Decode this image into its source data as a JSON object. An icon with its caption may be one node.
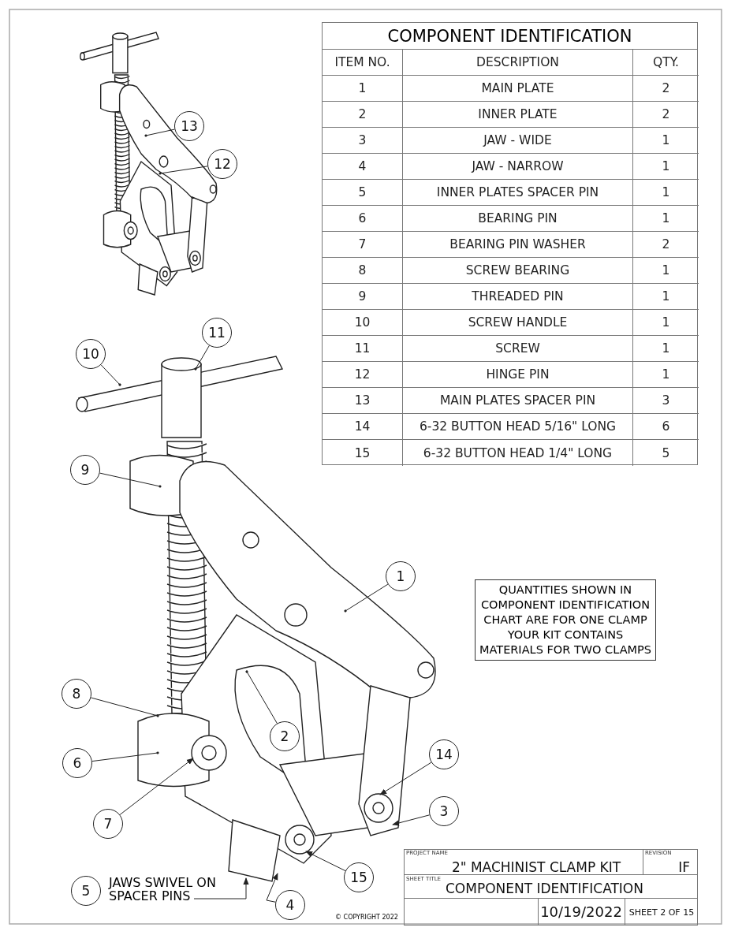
{
  "diagram": {
    "nodes": [
      {
        "text": [
          "13"
        ]
      },
      {
        "text": [
          "12"
        ]
      },
      {
        "text": [
          "11"
        ]
      },
      {
        "text": [
          "10"
        ]
      },
      {
        "text": [
          "9"
        ]
      },
      {
        "text": [
          "1"
        ]
      },
      {
        "text": [
          "QUANTITIES SHOWN IN COMPONENT IDENTIFICATION CHART ARE FOR ONE CLAMP YOUR KIT CONTAINS MATERIALS FOR TWO CLAMPS"
        ]
      },
      {
        "text": [
          "8"
        ]
      },
      {
        "text": [
          "2"
        ]
      },
      {
        "text": [
          "6"
        ]
      },
      {
        "text": [
          "14"
        ]
      },
      {
        "text": [
          "7"
        ]
      },
      {
        "text": [
          "3"
        ]
      },
      {
        "text": [
          "15"
        ]
      },
      {
        "text": [
          "5"
        ]
      },
      {
        "text": [
          "JAWS SWIVEL ON SPACER PINS"
        ]
      },
      {
        "text": [
          "4"
        ]
      }
    ],
    "edges": [
      {
        "from": 0,
        "to": null,
        "arrow": "other"
      },
      {
        "from": 1,
        "to": null,
        "arrow": "other"
      },
      {
        "from": 2,
        "to": null,
        "arrow": "other"
      },
      {
        "from": 3,
        "to": null,
        "arrow": "other"
      },
      {
        "from": 4,
        "to": null,
        "arrow": "other"
      },
      {
        "from": 5,
        "to": null,
        "arrow": "other"
      },
      {
        "from": 7,
        "to": null,
        "arrow": "other"
      },
      {
        "from": 8,
        "to": null,
        "arrow": "other"
      },
      {
        "from": 9,
        "to": null,
        "arrow": "other"
      },
      {
        "from": 10,
        "to": null,
        "arrow": "to"
      },
      {
        "from": 11,
        "to": null,
        "arrow": "to"
      },
      {
        "from": 12,
        "to": null,
        "arrow": "to"
      },
      {
        "from": 13,
        "to": null,
        "arrow": "to"
      },
      {
        "from": 15,
        "to": null,
        "arrow": "to"
      },
      {
        "from": 16,
        "to": null,
        "arrow": "to"
      }
    ],
    "labels": [
      "COMPONENT IDENTIFICATION",
      "ITEM NO.",
      "DESCRIPTION",
      "QTY.",
      "1",
      "MAIN PLATE",
      "2",
      "2",
      "INNER PLATE",
      "2",
      "3",
      "JAW - WIDE",
      "1",
      "4",
      "JAW - NARROW",
      "1",
      "5",
      "INNER PLATES SPACER PIN",
      "1",
      "6",
      "BEARING PIN",
      "1",
      "7",
      "BEARING PIN WASHER",
      "2",
      "8",
      "SCREW BEARING",
      "1",
      "9",
      "THREADED PIN",
      "1",
      "10",
      "SCREW HANDLE",
      "1",
      "11",
      "SCREW",
      "1",
      "12",
      "HINGE PIN",
      "1",
      "13",
      "MAIN PLATES SPACER PIN",
      "3",
      "14",
      "6-32 BUTTON HEAD 5/16\" LONG",
      "6",
      "15",
      "6-32 BUTTON HEAD 1/4\" LONG",
      "5",
      "PROJECT NAME",
      "2\" MACHINIST CLAMP KIT",
      "REVISION",
      "IF",
      "SHEET TITLE",
      "COMPONENT IDENTIFICATION",
      "10/19/2022",
      "SHEET 2 OF 15",
      "© COPYRIGHT 2022"
    ]
  }
}
